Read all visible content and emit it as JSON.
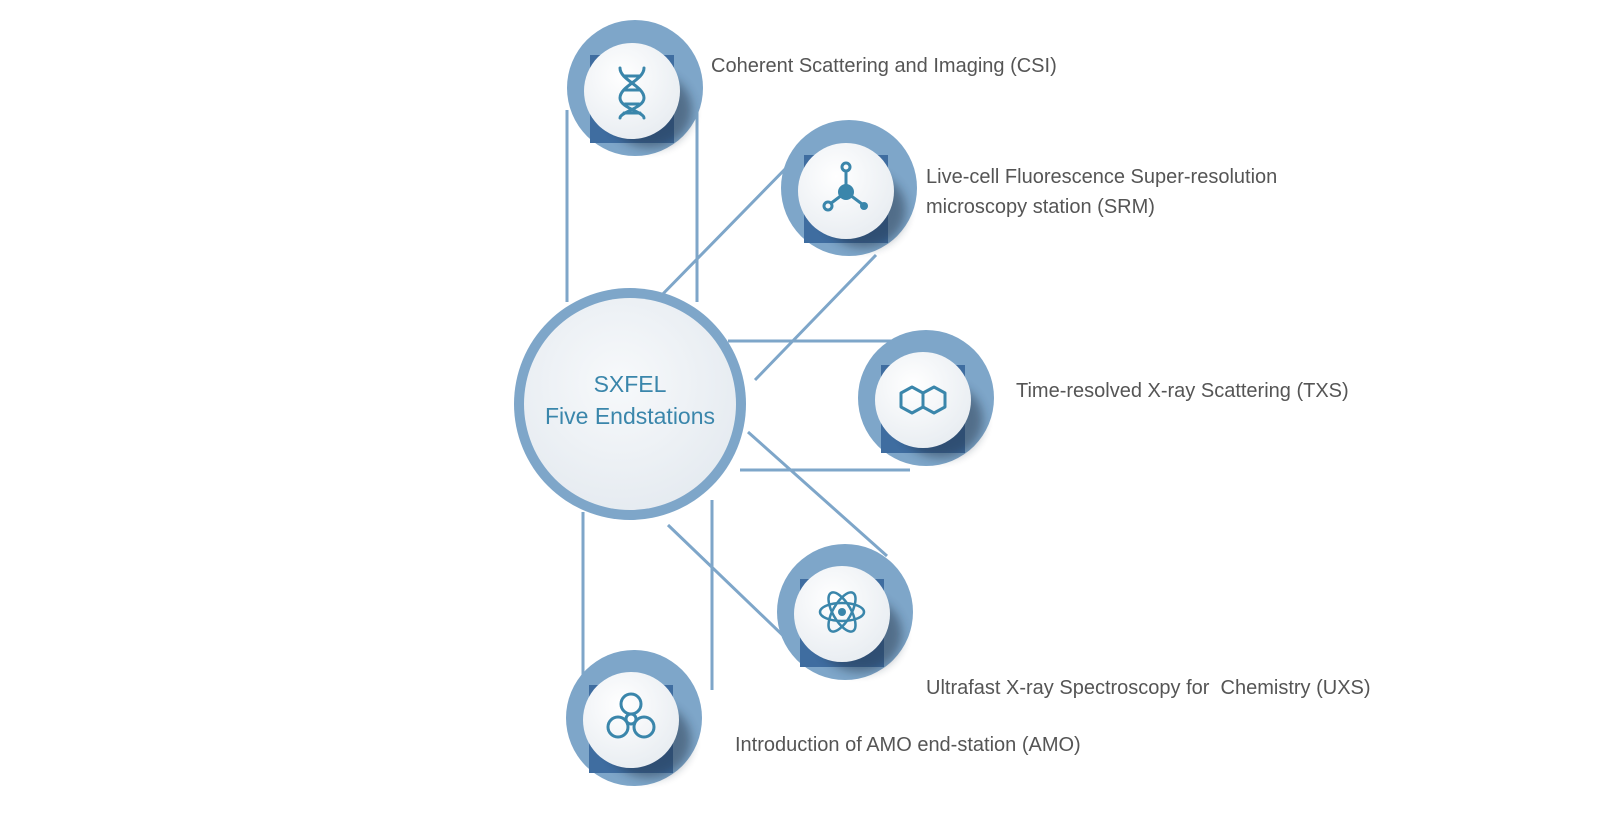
{
  "hub": {
    "line1": "SXFEL",
    "line2": "Five Endstations"
  },
  "colors": {
    "ring": "#7ea6c9",
    "ring_dark": "#3f6da0",
    "connector": "#7ea6c9",
    "inner_face": "#eef2f5",
    "icon": "#3a86ab",
    "hub_text": "#3a86ab",
    "label_text": "#555555"
  },
  "stations": [
    {
      "icon": "dna-icon",
      "label_lines": [
        "Coherent Scattering and Imaging (CSI)"
      ]
    },
    {
      "icon": "molecule-icon",
      "label_lines": [
        "Live-cell Fluorescence Super-resolution",
        "microscopy station (SRM)"
      ]
    },
    {
      "icon": "hexagon-rings-icon",
      "label_lines": [
        "Time-resolved X-ray Scattering (TXS)"
      ]
    },
    {
      "icon": "atom-icon",
      "label_lines": [
        "Ultrafast X-ray Spectroscopy for  Chemistry (UXS)"
      ]
    },
    {
      "icon": "biohazard-icon",
      "label_lines": [
        "Introduction of AMO end-station (AMO)"
      ]
    }
  ]
}
